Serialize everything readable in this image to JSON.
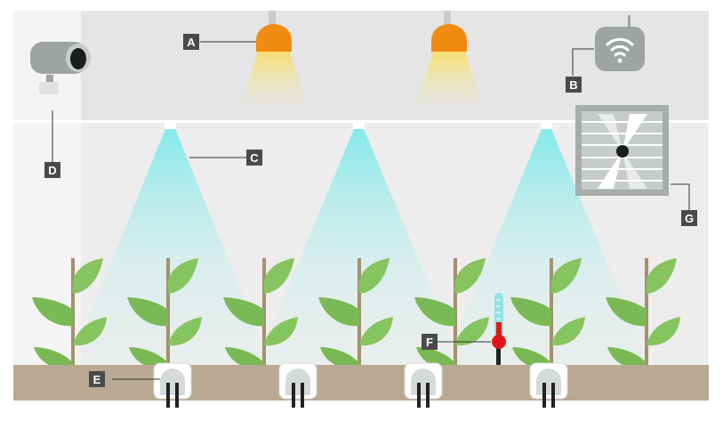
{
  "labels": {
    "A": "A",
    "B": "B",
    "C": "C",
    "D": "D",
    "E": "E",
    "F": "F",
    "G": "G"
  },
  "components": [
    {
      "label": "A",
      "icon": "grow-light-lamp-icon"
    },
    {
      "label": "B",
      "icon": "wifi-hub-icon"
    },
    {
      "label": "C",
      "icon": "mist-sprinkler-icon"
    },
    {
      "label": "D",
      "icon": "security-camera-icon"
    },
    {
      "label": "E",
      "icon": "soil-sensor-icon"
    },
    {
      "label": "F",
      "icon": "thermometer-icon"
    },
    {
      "label": "G",
      "icon": "ventilation-fan-icon"
    }
  ],
  "colors": {
    "wall": "#ecedec",
    "ceiling_band": "#e3e4e3",
    "left_pillar": "#f2f3f2",
    "soil": "#b9a993",
    "lamp": "#f08a10",
    "spray": "#7fe7e8",
    "leaf": "#7fbe5b",
    "stem": "#a4906f",
    "label_box": "#4a4a4a",
    "thermometer_red": "#e01515"
  }
}
